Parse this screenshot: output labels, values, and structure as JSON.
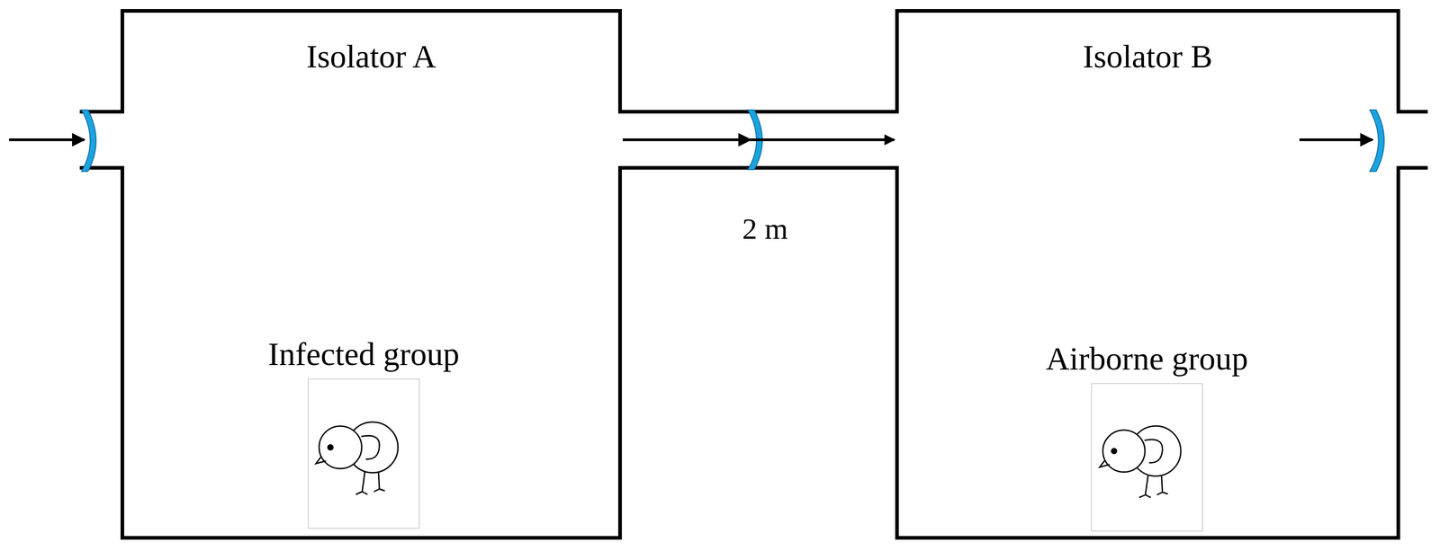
{
  "diagram": {
    "nodes": [
      {
        "text": [
          "Isolator A"
        ]
      },
      {
        "text": [
          "Infected group"
        ],
        "in": 0
      },
      {
        "text": [
          "Isolator B"
        ]
      },
      {
        "text": [
          "Airborne group"
        ],
        "in": 2
      }
    ],
    "edges": [
      {
        "from": 0,
        "to": 2,
        "arrow": "to"
      }
    ],
    "labels": [
      "2 m"
    ]
  }
}
